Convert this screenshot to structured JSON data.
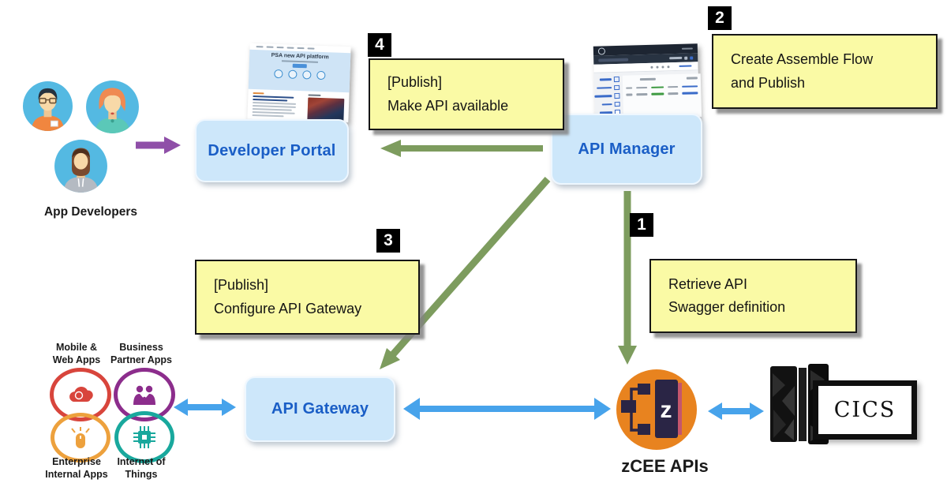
{
  "diagram": {
    "app_developers_label": "App Developers",
    "developer_portal_label": "Developer Portal",
    "api_manager_label": "API Manager",
    "api_gateway_label": "API Gateway",
    "zcee_label": "zCEE APIs",
    "zcee_letter": "z",
    "cics_label": "CICS",
    "portal_site_title": "PSA new API platform"
  },
  "steps": {
    "s1": {
      "number": "1",
      "line1": "Retrieve API",
      "line2": "Swagger definition"
    },
    "s2": {
      "number": "2",
      "line1": "Create Assemble Flow",
      "line2": "and Publish"
    },
    "s3": {
      "number": "3",
      "line1": "[Publish]",
      "line2": "Configure API Gateway"
    },
    "s4": {
      "number": "4",
      "line1": "[Publish]",
      "line2": "Make API available"
    }
  },
  "consumers": {
    "mobile": {
      "line1": "Mobile &",
      "line2": "Web Apps"
    },
    "business": {
      "line1": "Business",
      "line2": "Partner Apps"
    },
    "enterprise": {
      "line1": "Enterprise",
      "line2": "Internal Apps"
    },
    "iot": {
      "line1": "Internet of",
      "line2": "Things"
    }
  },
  "colors": {
    "note_bg": "#FAFAA5",
    "node_box_bg": "#CDE7FA",
    "node_box_text": "#1A5EC6",
    "green_arrow": "#7D9C5E",
    "blue_arrow": "#47A3EB",
    "purple_arrow": "#8F4FA8",
    "mobile_ring": "#D8453C",
    "business_ring": "#8C2D8C",
    "enterprise_ring": "#EDA13D",
    "iot_ring": "#19A89D",
    "zcee_orange": "#E8831F",
    "zcee_navy": "#2A2545",
    "zcee_stripe": "#C4566D"
  }
}
